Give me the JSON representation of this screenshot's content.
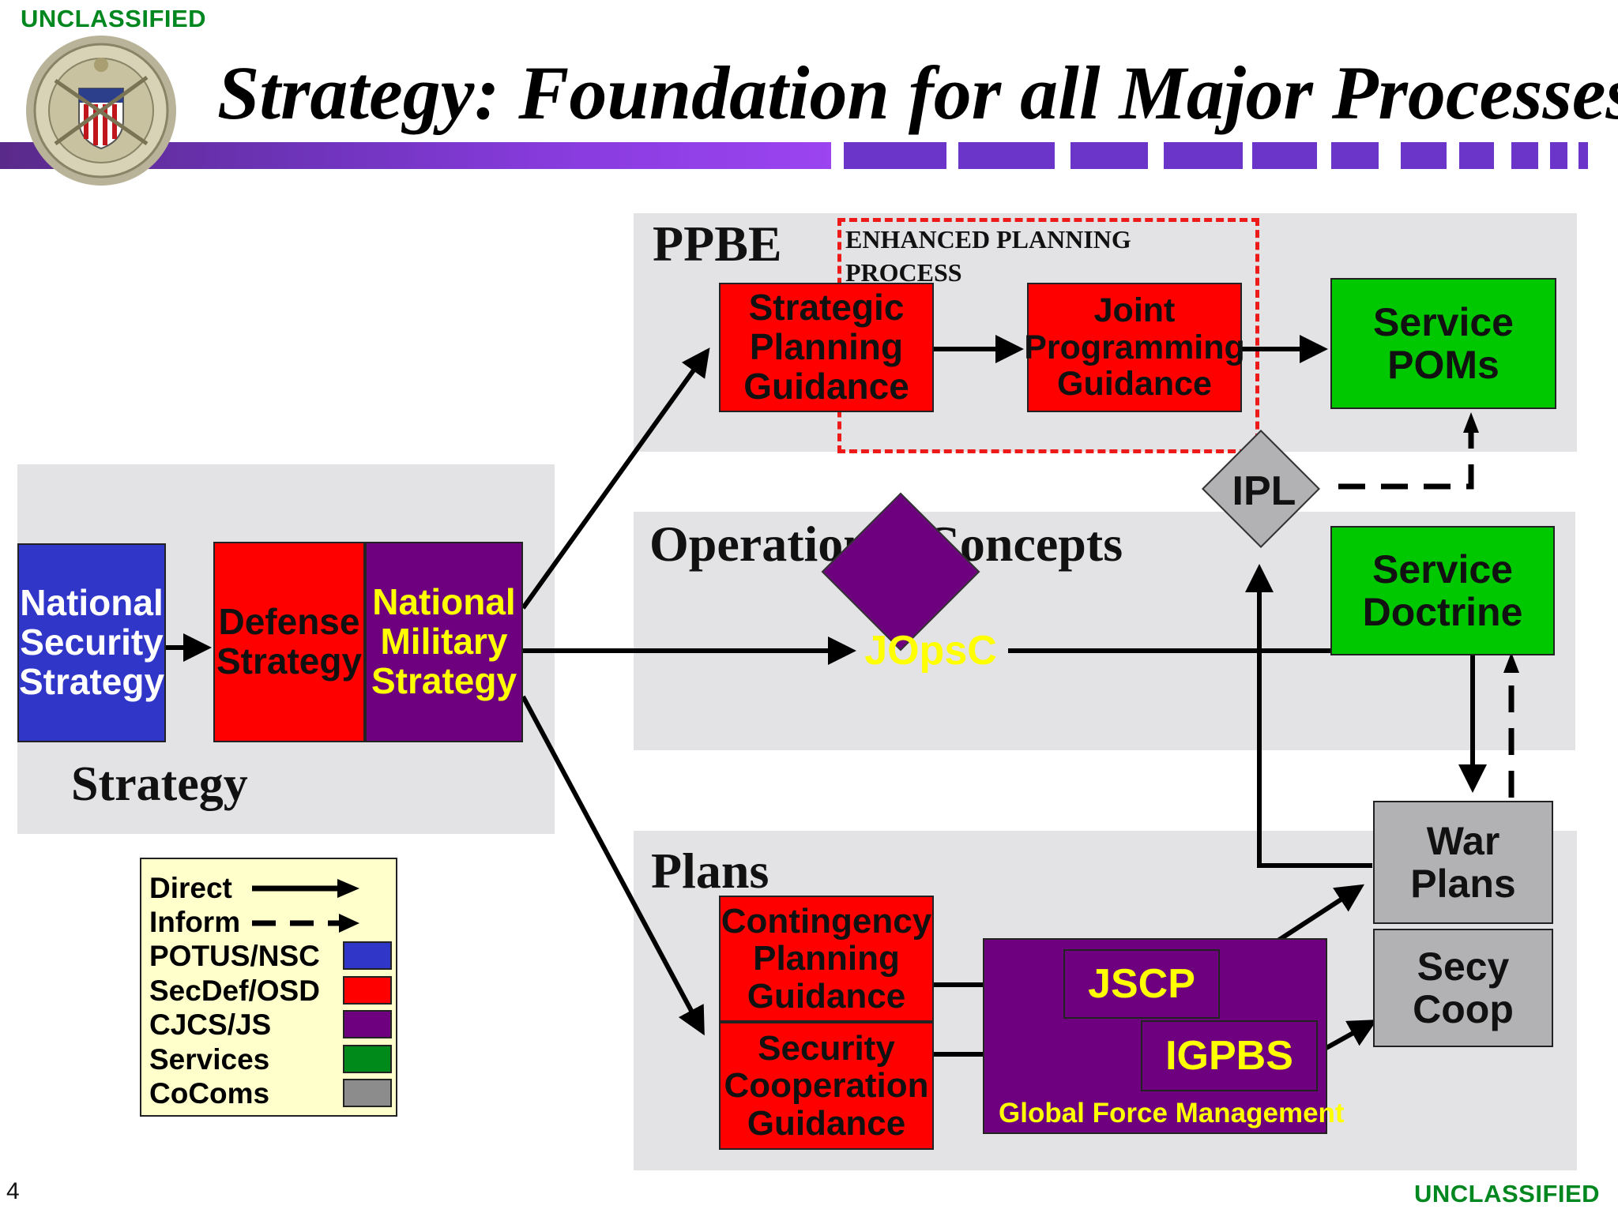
{
  "classification_top": "UNCLASSIFIED",
  "classification_bottom": "UNCLASSIFIED",
  "title": "Strategy: Foundation for all Major Processes",
  "page_number": "4",
  "seal": {
    "icon": "joint-chiefs-seal-icon"
  },
  "panels": {
    "strategy": "Strategy",
    "ppbe": "PPBE",
    "operational_concepts": "Operational Concepts",
    "plans": "Plans"
  },
  "enhanced_planning_process": "ENHANCED PLANNING\nPROCESS",
  "boxes": {
    "national_security_strategy": "National\nSecurity\nStrategy",
    "defense_strategy": "Defense\nStrategy",
    "national_military_strategy": "National\nMilitary\nStrategy",
    "strategic_planning_guidance": "Strategic\nPlanning\nGuidance",
    "joint_programming_guidance": "Joint\nProgramming\nGuidance",
    "service_poms": "Service\nPOMs",
    "ipl": "IPL",
    "jopsc": "JOpsC",
    "service_doctrine": "Service\nDoctrine",
    "war_plans": "War\nPlans",
    "secy_coop": "Secy\nCoop",
    "contingency_planning_guidance": "Contingency\nPlanning\nGuidance",
    "security_cooperation_guidance": "Security\nCooperation\nGuidance",
    "jscp": "JSCP",
    "igpbs": "IGPBS",
    "global_force_management": "Global Force Management"
  },
  "legend": {
    "direct": "Direct",
    "inform": "Inform",
    "potus_nsc": "POTUS/NSC",
    "secdef_osd": "SecDef/OSD",
    "cjcs_js": "CJCS/JS",
    "services": "Services",
    "cocoms": "CoComs"
  },
  "colors": {
    "potus_nsc": "#2f36c8",
    "secdef_osd": "#ff0000",
    "cjcs_js": "#6e0080",
    "services": "#00c800",
    "cocoms": "#8c8c8c",
    "classification": "#00871f",
    "band_purple": "#7b2fd0"
  }
}
